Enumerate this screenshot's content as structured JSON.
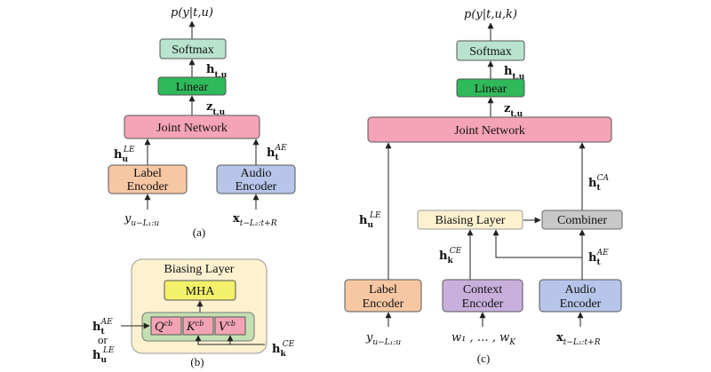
{
  "colors": {
    "softmax": "#b9e3cf",
    "linear": "#2fb95a",
    "joint": "#f5a3b7",
    "label_encoder": "#f7c7a3",
    "audio_encoder": "#b7c5ea",
    "context_encoder": "#c9b0dc",
    "biasing_bg": "#fdf1cf",
    "biasing_inner": "#c4e0b3",
    "mha": "#f3f16a",
    "qkv": "#f3a4b4",
    "combiner": "#c8c8c8"
  },
  "panel_a": {
    "output": "p(y|t,u)",
    "softmax": "Softmax",
    "h_tu": "h",
    "h_tu_sub": "t,u",
    "linear": "Linear",
    "z_tu": "z",
    "z_tu_sub": "t,u",
    "joint": "Joint Network",
    "h_le": "h",
    "h_le_sub": "u",
    "h_le_sup": "LE",
    "h_ae": "h",
    "h_ae_sub": "t",
    "h_ae_sup": "AE",
    "label_enc_1": "Label",
    "label_enc_2": "Encoder",
    "audio_enc_1": "Audio",
    "audio_enc_2": "Encoder",
    "y_in": "y",
    "y_in_sub": "u−L₁:u",
    "x_in": "x",
    "x_in_sub": "t−L₂:t+R",
    "caption": "(a)"
  },
  "panel_b": {
    "title": "Biasing Layer",
    "mha": "MHA",
    "q": "Q",
    "k": "K",
    "v": "V",
    "cb": "cb",
    "h_ae": "h",
    "h_ae_sub": "t",
    "h_ae_sup": "AE",
    "or": "or",
    "h_le": "h",
    "h_le_sub": "u",
    "h_le_sup": "LE",
    "h_ce": "h",
    "h_ce_sub": "k",
    "h_ce_sup": "CE",
    "caption": "(b)"
  },
  "panel_c": {
    "output": "p(y|t,u,k)",
    "softmax": "Softmax",
    "h_tu": "h",
    "h_tu_sub": "t,u",
    "linear": "Linear",
    "z_tu": "z",
    "z_tu_sub": "t,u",
    "joint": "Joint Network",
    "h_ca": "h",
    "h_ca_sub": "t",
    "h_ca_sup": "CA",
    "h_le": "h",
    "h_le_sub": "u",
    "h_le_sup": "LE",
    "biasing": "Biasing Layer",
    "combiner": "Combiner",
    "h_ce": "h",
    "h_ce_sub": "k",
    "h_ce_sup": "CE",
    "h_ae": "h",
    "h_ae_sub": "t",
    "h_ae_sup": "AE",
    "label_enc_1": "Label",
    "label_enc_2": "Encoder",
    "context_enc_1": "Context",
    "context_enc_2": "Encoder",
    "audio_enc_1": "Audio",
    "audio_enc_2": "Encoder",
    "y_in": "y",
    "y_in_sub": "u−L₁:u",
    "w_in": "w₁ , … , w",
    "w_in_sub": "K",
    "x_in": "x",
    "x_in_sub": "t−L₂:t+R",
    "caption": "(c)"
  }
}
